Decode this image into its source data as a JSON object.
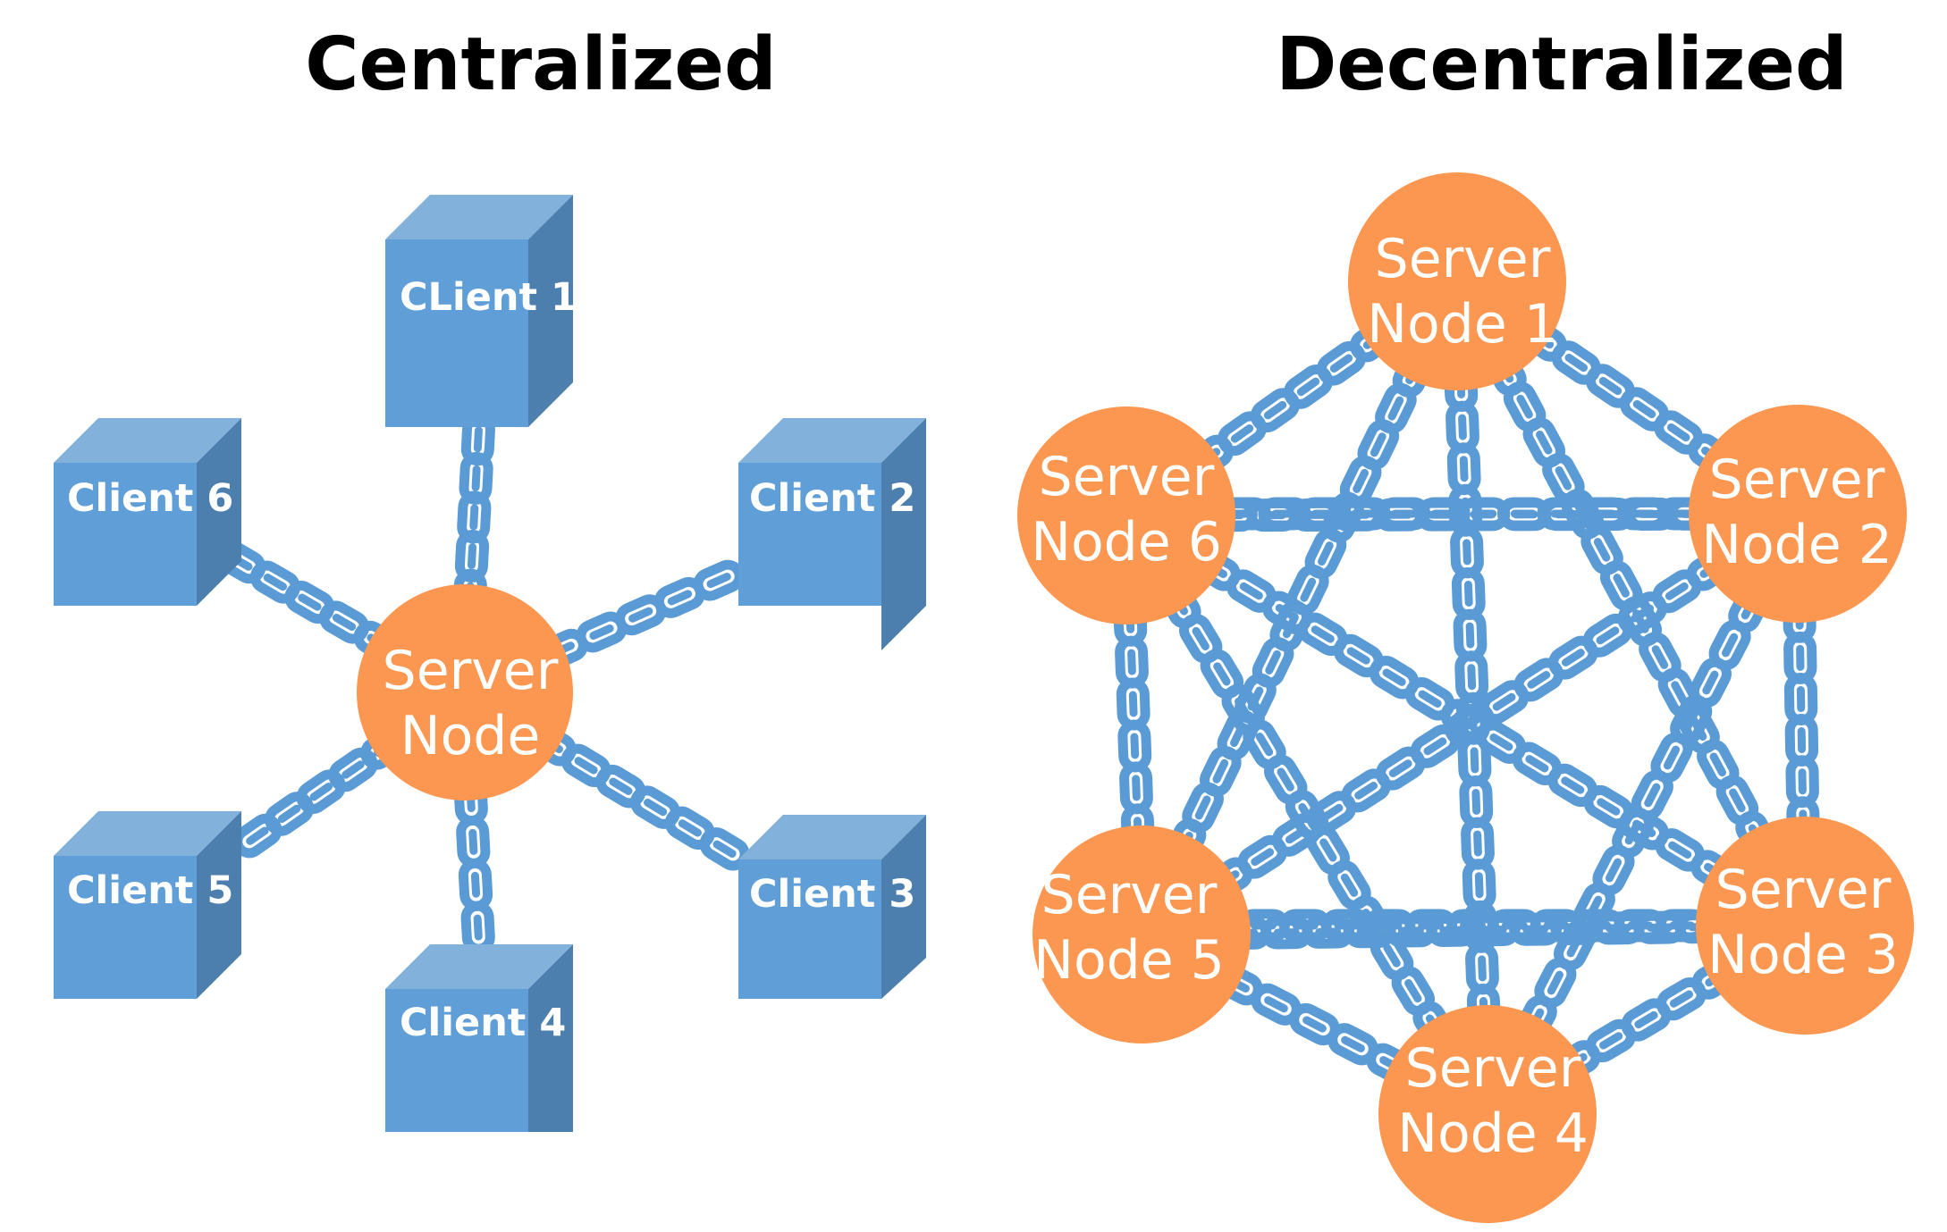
{
  "colors": {
    "chain": "#5b9bd5",
    "node_fill": "#fb9750",
    "cube_front": "#5f9ed6",
    "cube_top": "#82b2dc",
    "cube_side": "#4d7fae",
    "label_text": "#ffffff",
    "title_text": "#000000"
  },
  "centralized": {
    "title": "Centralized",
    "server": {
      "label_line1": "Server",
      "label_line2": "Node"
    },
    "clients": [
      {
        "label": "CLient 1"
      },
      {
        "label": "Client 2"
      },
      {
        "label": "Client 3"
      },
      {
        "label": "Client 4"
      },
      {
        "label": "Client 5"
      },
      {
        "label": "Client 6"
      }
    ]
  },
  "decentralized": {
    "title": "Decentralized",
    "nodes": [
      {
        "label_line1": "Server",
        "label_line2": "Node 1"
      },
      {
        "label_line1": "Server",
        "label_line2": "Node 2"
      },
      {
        "label_line1": "Server",
        "label_line2": "Node 3"
      },
      {
        "label_line1": "Server",
        "label_line2": "Node 4"
      },
      {
        "label_line1": "Server",
        "label_line2": "Node 5"
      },
      {
        "label_line1": "Server",
        "label_line2": "Node 6"
      }
    ]
  }
}
